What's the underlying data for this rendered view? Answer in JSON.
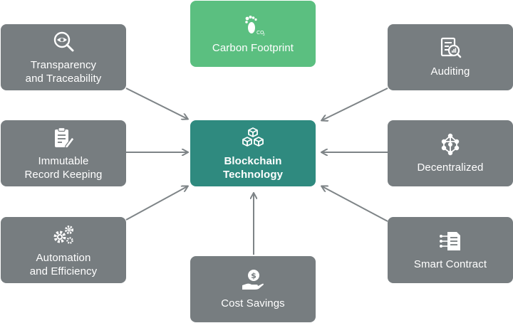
{
  "center": {
    "label": "Blockchain\nTechnology",
    "icon": "cubes-icon"
  },
  "nodes": {
    "carbon": {
      "label": "Carbon Footprint",
      "icon": "footprint-co2-icon",
      "color": "#5bbf80"
    },
    "transparency": {
      "label": "Transparency\nand Traceability",
      "icon": "magnifier-eye-icon"
    },
    "auditing": {
      "label": "Auditing",
      "icon": "audit-report-icon"
    },
    "immutable": {
      "label": "Immutable\nRecord Keeping",
      "icon": "clipboard-pen-icon"
    },
    "decentralized": {
      "label": "Decentralized",
      "icon": "network-nodes-icon"
    },
    "automation": {
      "label": "Automation\nand Efficiency",
      "icon": "gears-icon"
    },
    "smart": {
      "label": "Smart Contract",
      "icon": "contract-document-icon"
    },
    "cost": {
      "label": "Cost Savings",
      "icon": "hand-coin-icon"
    }
  },
  "colors": {
    "node": "#777d80",
    "center": "#2f8a7f",
    "highlight": "#5bbf80",
    "arrow": "#7e8487"
  }
}
